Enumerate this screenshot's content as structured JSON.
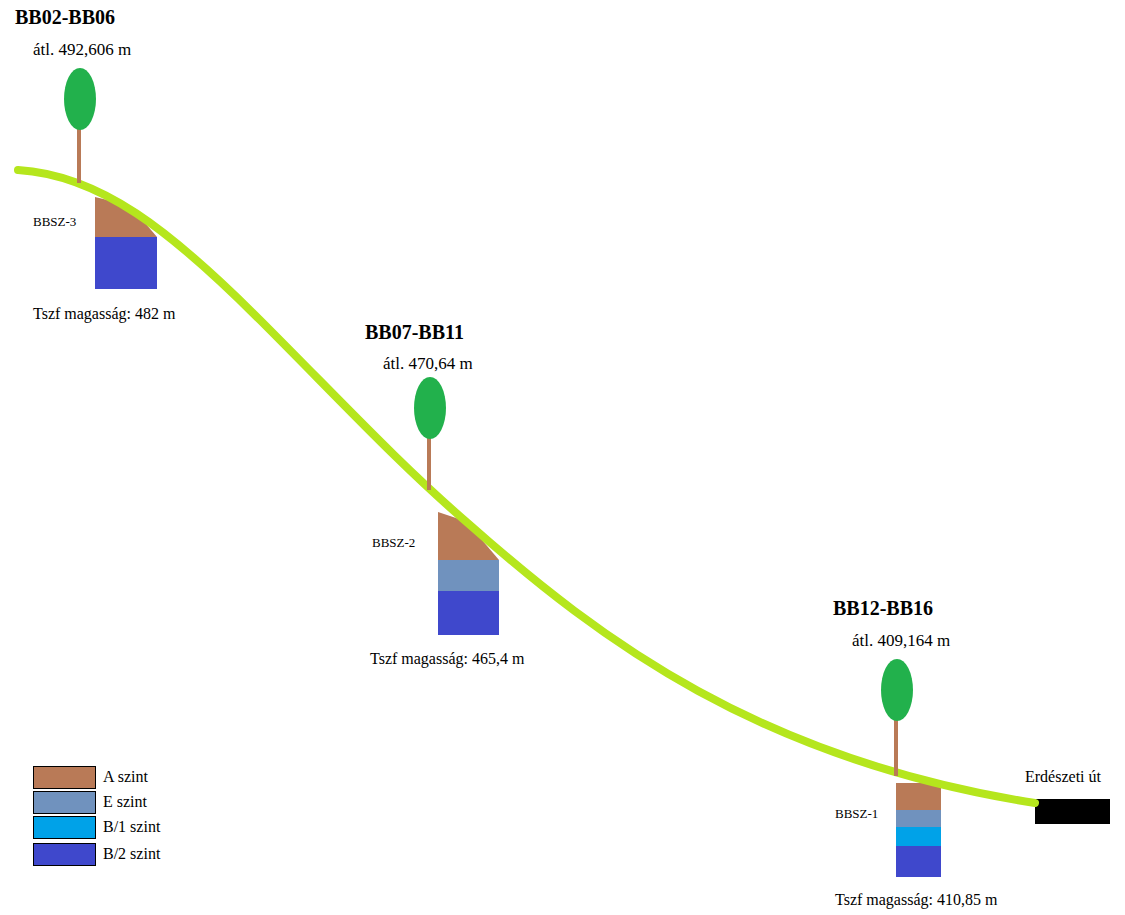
{
  "diagram": {
    "nodes": [
      {
        "text": [
          "BBSZ-3"
        ]
      },
      {
        "text": [
          "BBSZ-2"
        ]
      },
      {
        "text": [
          "BBSZ-1"
        ]
      },
      {
        "text": [
          "Erdészeti út"
        ]
      }
    ],
    "labels": [
      "BB02-BB06",
      "átl. 492,606 m",
      "Tszf magasság: 482 m",
      "BB07-BB11",
      "átl. 470,64 m",
      "Tszf magasság: 465,4 m",
      "BB12-BB16",
      "átl. 409,164 m",
      "Tszf magasság: 410,85 m"
    ],
    "legend": [
      {
        "text": "A szint",
        "color": "#b97a57"
      },
      {
        "text": "E szint",
        "color": "#7092be"
      },
      {
        "text": "B/1 szint",
        "color": "#00a2e8"
      },
      {
        "text": "B/2 szint",
        "color": "#3f48cc"
      }
    ]
  }
}
